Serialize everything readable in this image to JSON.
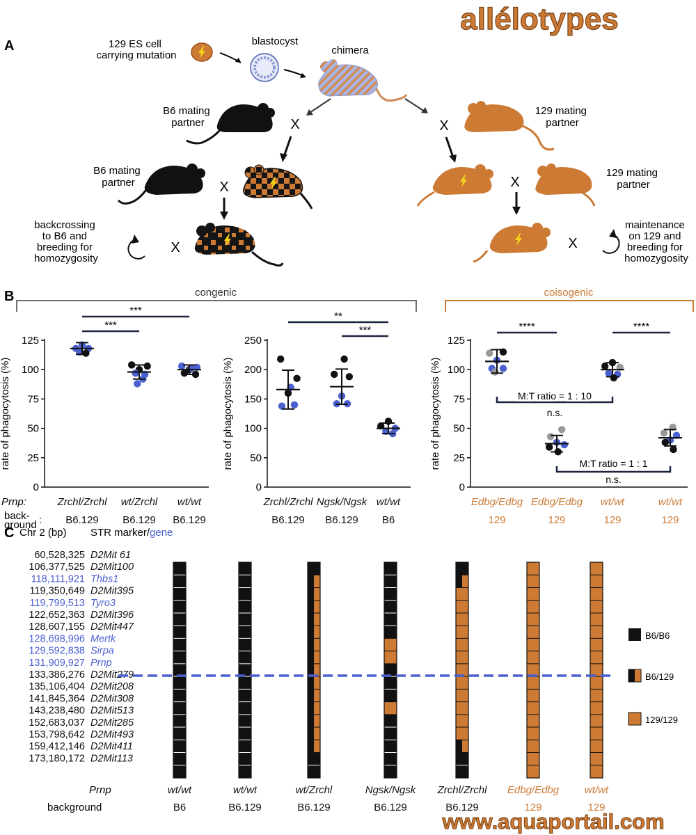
{
  "watermark_title": "allélotypes",
  "watermark_url": "www.aquaportail.com",
  "colors": {
    "orange": "#cc7a34",
    "blue": "#4a5fd0",
    "black": "#111111",
    "gray": "#999999",
    "congenic_bracket": "#6e6e6e"
  },
  "panelA": {
    "label": "A",
    "es_cell": [
      "129 ES cell",
      "carrying mutation"
    ],
    "blastocyst": "blastocyst",
    "chimera": "chimera",
    "b6_partner_1": [
      "B6 mating",
      "partner"
    ],
    "b6_partner_2": [
      "B6 mating",
      "partner"
    ],
    "p129_partner_1": [
      "129 mating",
      "partner"
    ],
    "p129_partner_2": [
      "129 mating",
      "partner"
    ],
    "cross": "X",
    "backcross": [
      "backcrossing",
      "to B6 and",
      "breeding for",
      "homozygosity"
    ],
    "maintenance": [
      "maintenance",
      "on 129 and",
      "breeding for",
      "homozygosity"
    ]
  },
  "panelB": {
    "label": "B",
    "congenic": "congenic",
    "coisogenic": "coisogenic",
    "ylabel": "rate of phagocytosis (%)",
    "row_prnp": "Prnp:",
    "row_background": [
      "back-",
      "ground"
    ],
    "row_colon": ":",
    "plot1": {
      "yticks": [
        "0",
        "25",
        "50",
        "75",
        "100",
        "125"
      ],
      "groups": [
        "Zrchl/Zrchl",
        "wt/Zrchl",
        "wt/wt"
      ],
      "backgrounds": [
        "B6.129",
        "B6.129",
        "B6.129"
      ],
      "sig": [
        "***",
        "***"
      ],
      "means": [
        118,
        98,
        100
      ],
      "sd": [
        5,
        6,
        4
      ],
      "points": [
        [
          [
            0.0,
            121,
            "b"
          ],
          [
            -0.1,
            118,
            "b"
          ],
          [
            0.1,
            118,
            "b"
          ],
          [
            -0.04,
            115,
            "b"
          ],
          [
            0.06,
            114,
            "k"
          ]
        ],
        [
          [
            -0.12,
            104,
            "k"
          ],
          [
            0.13,
            103,
            "k"
          ],
          [
            0.0,
            100,
            "k"
          ],
          [
            -0.06,
            97,
            "b"
          ],
          [
            0.09,
            96,
            "b"
          ],
          [
            -0.03,
            88,
            "b"
          ],
          [
            0.06,
            92,
            "b"
          ]
        ],
        [
          [
            -0.12,
            103,
            "b"
          ],
          [
            0.12,
            102,
            "b"
          ],
          [
            0.0,
            100,
            "k"
          ],
          [
            -0.08,
            97,
            "k"
          ],
          [
            0.1,
            96,
            "k"
          ],
          [
            0.03,
            101,
            "b"
          ]
        ]
      ]
    },
    "plot2": {
      "yticks": [
        "0",
        "50",
        "100",
        "150",
        "200",
        "250"
      ],
      "groups": [
        "Zrchl/Zrchl",
        "Ngsk/Ngsk",
        "wt/wt"
      ],
      "backgrounds": [
        "B6.129",
        "B6.129",
        "B6"
      ],
      "sig": [
        "**",
        "***"
      ],
      "means": [
        166,
        171,
        100
      ],
      "sd": [
        33,
        30,
        9
      ],
      "points": [
        [
          [
            -0.12,
            218,
            "k"
          ],
          [
            0.14,
            185,
            "k"
          ],
          [
            0.0,
            160,
            "k"
          ],
          [
            -0.1,
            138,
            "b"
          ],
          [
            0.1,
            140,
            "b"
          ],
          [
            0.04,
            170,
            "b"
          ]
        ],
        [
          [
            0.04,
            218,
            "k"
          ],
          [
            -0.12,
            192,
            "k"
          ],
          [
            0.12,
            188,
            "k"
          ],
          [
            0.0,
            155,
            "b"
          ],
          [
            -0.08,
            142,
            "b"
          ],
          [
            0.09,
            142,
            "b"
          ]
        ],
        [
          [
            0.0,
            112,
            "k"
          ],
          [
            -0.12,
            104,
            "k"
          ],
          [
            0.11,
            100,
            "b"
          ],
          [
            -0.04,
            95,
            "b"
          ],
          [
            0.07,
            91,
            "b"
          ]
        ]
      ]
    },
    "plot3": {
      "yticks": [
        "0",
        "25",
        "50",
        "75",
        "100",
        "125"
      ],
      "groups": [
        "Edbg/Edbg",
        "Edbg/Edbg",
        "wt/wt",
        "wt/wt"
      ],
      "backgrounds": [
        "129",
        "129",
        "129",
        "129"
      ],
      "sig": [
        "****",
        "****",
        "n.s.",
        "n.s."
      ],
      "ratio1": "M:T ratio = 1 : 10",
      "ratio2": "M:T ratio = 1 : 1",
      "means": [
        107,
        37,
        100,
        42
      ],
      "sd": [
        10,
        7,
        6,
        7
      ],
      "points": [
        [
          [
            -0.12,
            114,
            "g"
          ],
          [
            0.1,
            115,
            "k"
          ],
          [
            0.0,
            108,
            "b"
          ],
          [
            -0.08,
            101,
            "b"
          ],
          [
            0.1,
            101,
            "b"
          ],
          [
            -0.03,
            98,
            "g"
          ]
        ],
        [
          [
            0.08,
            49,
            "g"
          ],
          [
            -0.1,
            43,
            "g"
          ],
          [
            0.0,
            38,
            "b"
          ],
          [
            -0.12,
            34,
            "k"
          ],
          [
            0.12,
            36,
            "b"
          ],
          [
            0.02,
            30,
            "k"
          ]
        ],
        [
          [
            0.0,
            106,
            "k"
          ],
          [
            -0.12,
            103,
            "k"
          ],
          [
            0.12,
            102,
            "g"
          ],
          [
            -0.06,
            97,
            "b"
          ],
          [
            0.08,
            96,
            "b"
          ],
          [
            0.02,
            93,
            "k"
          ]
        ],
        [
          [
            0.04,
            51,
            "g"
          ],
          [
            -0.1,
            46,
            "g"
          ],
          [
            0.1,
            44,
            "b"
          ],
          [
            0.0,
            40,
            "b"
          ],
          [
            -0.08,
            38,
            "k"
          ],
          [
            0.05,
            32,
            "k"
          ]
        ]
      ]
    }
  },
  "panelC": {
    "label": "C",
    "col_chr": "Chr 2 (bp)",
    "col_marker": "STR marker/",
    "col_gene": "gene",
    "markers": [
      {
        "bp": "60,528,325",
        "name": "D2Mit 61",
        "gene": false
      },
      {
        "bp": "106,377,525",
        "name": "D2Mit100",
        "gene": false
      },
      {
        "bp": "118,111,921",
        "name": "Thbs1",
        "gene": true
      },
      {
        "bp": "119,350,649",
        "name": "D2Mit395",
        "gene": false
      },
      {
        "bp": "119,799,513",
        "name": "Tyro3",
        "gene": true
      },
      {
        "bp": "122,652,363",
        "name": "D2Mit396",
        "gene": false
      },
      {
        "bp": "128,607,155",
        "name": "D2Mit447",
        "gene": false
      },
      {
        "bp": "128,698,996",
        "name": "Mertk",
        "gene": true
      },
      {
        "bp": "129,592,838",
        "name": "Sirpa",
        "gene": true
      },
      {
        "bp": "131,909,927",
        "name": "Prnp",
        "gene": true
      },
      {
        "bp": "133,386,276",
        "name": "D2Mit279",
        "gene": false
      },
      {
        "bp": "135,106,404",
        "name": "D2Mit208",
        "gene": false
      },
      {
        "bp": "141,845,364",
        "name": "D2Mit308",
        "gene": false
      },
      {
        "bp": "143,238,480",
        "name": "D2Mit513",
        "gene": false
      },
      {
        "bp": "152,683,037",
        "name": "D2Mit285",
        "gene": false
      },
      {
        "bp": "153,798,642",
        "name": "D2Mit493",
        "gene": false
      },
      {
        "bp": "159,412,146",
        "name": "D2Mit411",
        "gene": false
      },
      {
        "bp": "173,180,172",
        "name": "D2Mit113",
        "gene": false
      }
    ],
    "row_prnp": "Prnp",
    "row_background": "background",
    "columns": [
      {
        "prnp": "wt/wt",
        "bg": "B6",
        "orange": false,
        "g": "KKKKKKKKKKKKKKKKK"
      },
      {
        "prnp": "wt/wt",
        "bg": "B6.129",
        "orange": false,
        "g": "KKKKKKKKKKKKKKKKK"
      },
      {
        "prnp": "wt/Zrchl",
        "bg": "B6.129",
        "orange": false,
        "g": "KHHHHHHHHHHHHHHKK"
      },
      {
        "prnp": "Ngsk/Ngsk",
        "bg": "B6.129",
        "orange": false,
        "g": "KKKKKKOOKKKOKKKKK"
      },
      {
        "prnp": "Zrchl/Zrchl",
        "bg": "B6.129",
        "orange": false,
        "g": "KHOOOOOOOOOOOOHKK"
      },
      {
        "prnp": "Edbg/Edbg",
        "bg": "129",
        "orange": true,
        "g": "OOOOOOOOOOOOOOOOO"
      },
      {
        "prnp": "wt/wt",
        "bg": "129",
        "orange": true,
        "g": "OOOOOOOOOOOOOOOOO"
      }
    ],
    "legend": [
      "B6/B6",
      "B6/129",
      "129/129"
    ]
  }
}
